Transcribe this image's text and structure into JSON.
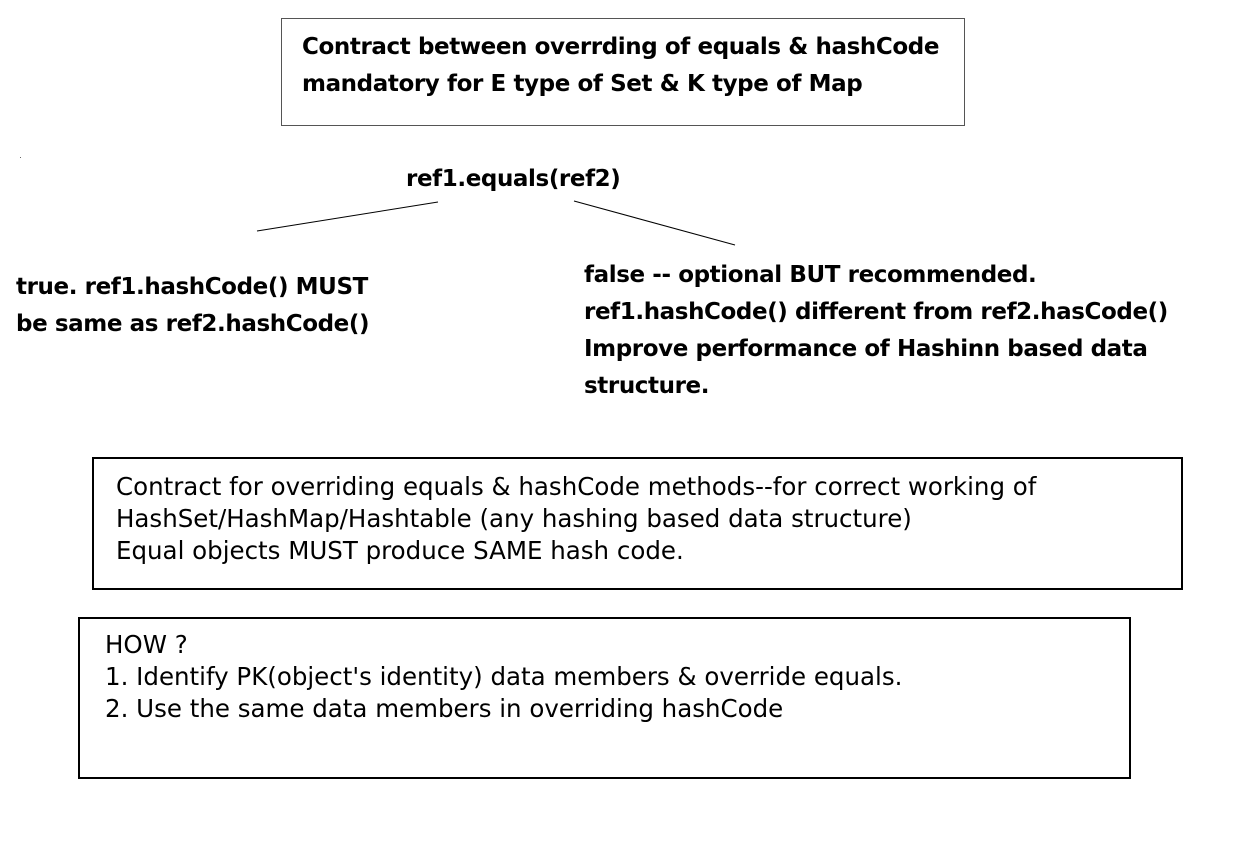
{
  "header": {
    "lines": [
      "Contract between overrding of equals & hashCode",
      "mandatory for E type of Set & K type of Map"
    ]
  },
  "root": {
    "label": "ref1.equals(ref2)"
  },
  "true_branch": {
    "lines": [
      "true. ref1.hashCode() MUST",
      "be same as ref2.hashCode()"
    ]
  },
  "false_branch": {
    "lines": [
      "false -- optional BUT recommended.",
      "ref1.hashCode() different from ref2.hasCode()",
      "Improve performance of Hashinn based data",
      "structure."
    ]
  },
  "contract_note": {
    "lines": [
      "Contract for overriding equals & hashCode methods--for correct working of",
      "HashSet/HashMap/Hashtable (any hashing based data structure)",
      "Equal objects MUST produce SAME hash code."
    ]
  },
  "how_note": {
    "lines": [
      "HOW ?",
      "1. Identify PK(object's identity) data members & override equals.",
      "2. Use the same data members in overriding hashCode"
    ]
  },
  "colors": {
    "text": "#000000",
    "background": "#ffffff",
    "title_border": "#555555",
    "box_border": "#000000"
  }
}
